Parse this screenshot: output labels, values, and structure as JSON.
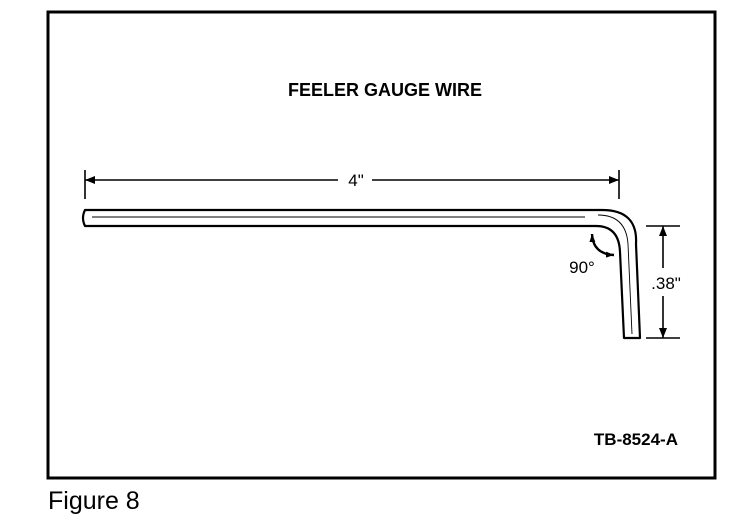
{
  "figure": {
    "title": "FEELER GAUGE WIRE",
    "length_label": "4\"",
    "angle_label": "90°",
    "height_label": ".38\"",
    "part_number": "TB-8524-A",
    "caption": "Figure 8"
  }
}
